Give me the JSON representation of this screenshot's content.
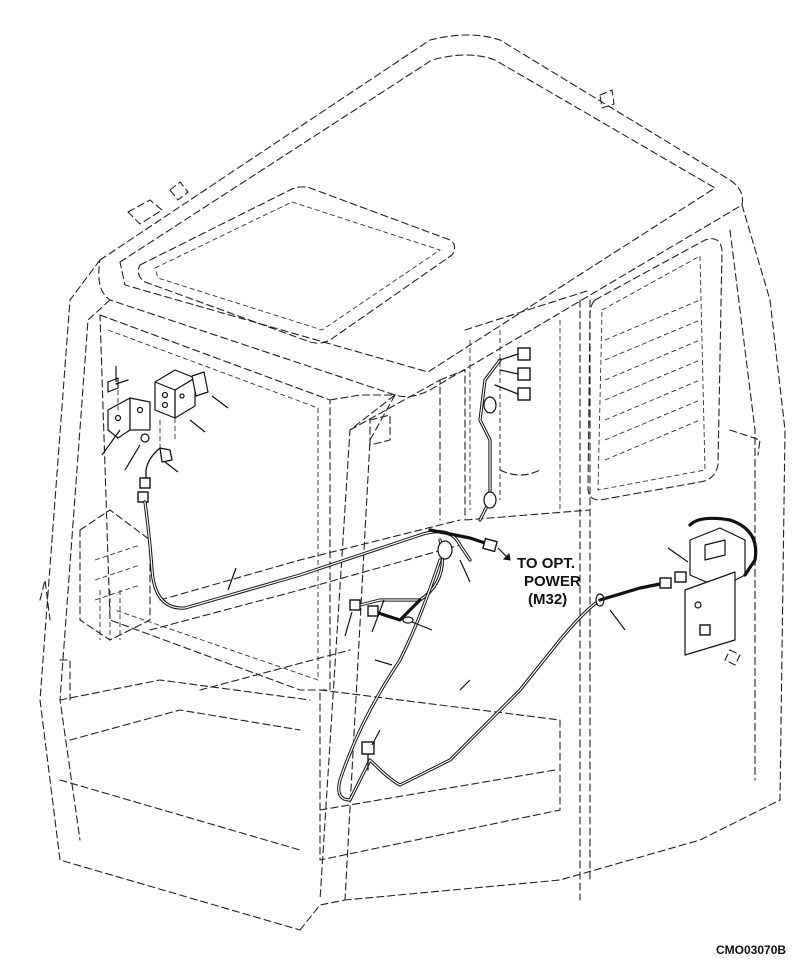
{
  "callout": {
    "line1": "TO OPT.",
    "line2": "POWER",
    "line3": "(M32)"
  },
  "figure_code": "CMO03070B"
}
